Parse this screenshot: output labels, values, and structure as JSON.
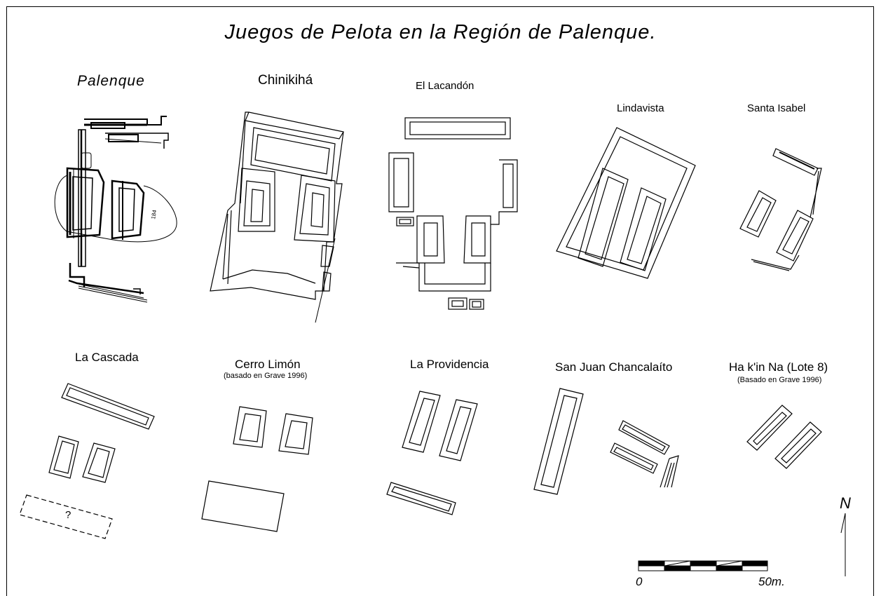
{
  "title": "Juegos de Pelota en la Región de Palenque.",
  "sites": {
    "palenque": "Palenque",
    "chinikiha": "Chinikihá",
    "lacandon": "El Lacandón",
    "lindavista": "Lindavista",
    "santa_isabel": "Santa Isabel",
    "la_cascada": "La Cascada",
    "cerro_limon": "Cerro Limón",
    "cerro_limon_note": "(basado en Grave 1996)",
    "la_providencia": "La Providencia",
    "san_juan": "San Juan Chancalaíto",
    "ha_kin_na": "Ha k'in Na (Lote 8)",
    "ha_kin_na_note": "(Basado en Grave 1996)"
  },
  "annotations": {
    "palenque_contour": "184",
    "unknown_structure": "?"
  },
  "north_arrow": {
    "label": "N"
  },
  "scale_bar": {
    "start_label": "0",
    "end_label": "50m.",
    "segments": 5
  }
}
